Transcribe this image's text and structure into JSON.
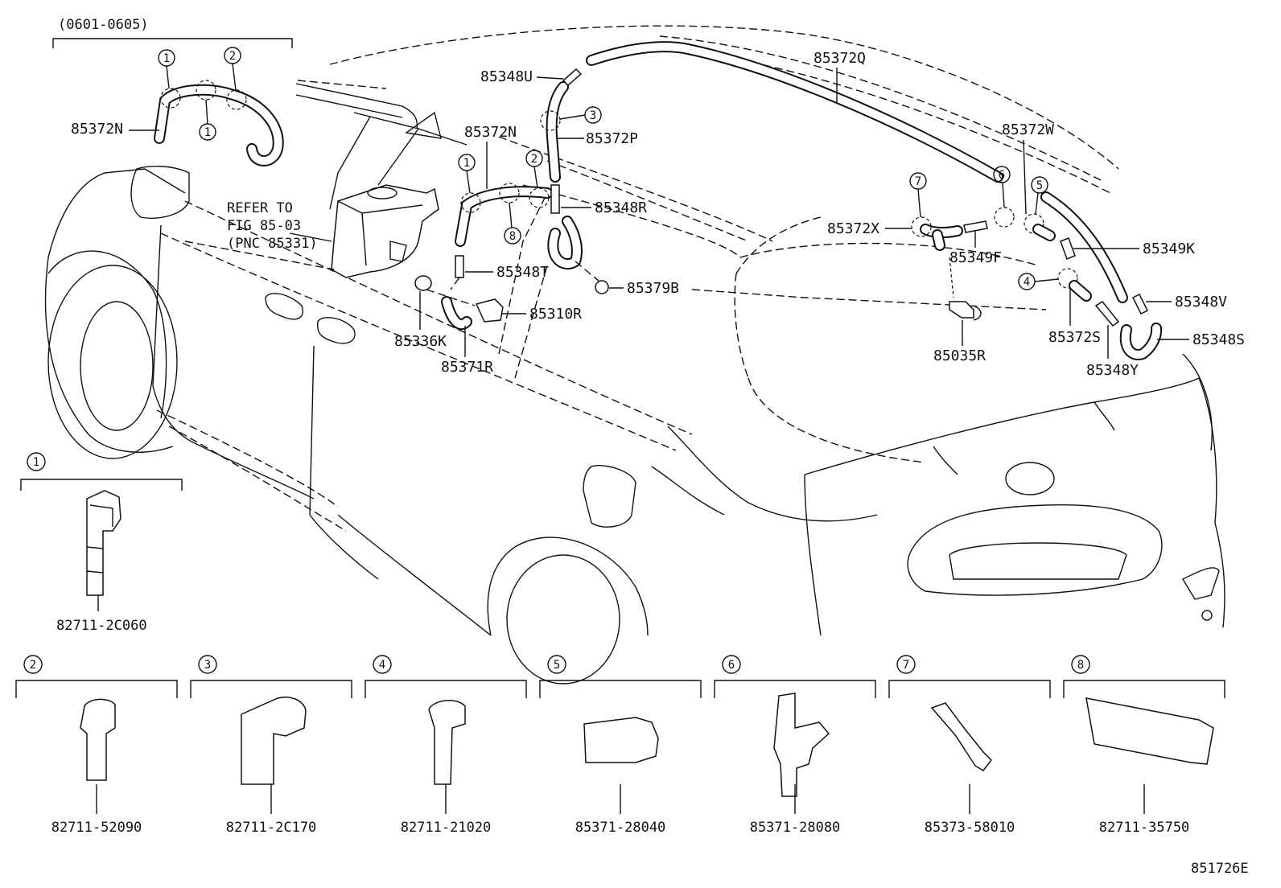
{
  "top_left": {
    "range": "(0601-0605)",
    "label": "85372N",
    "markers": [
      "1",
      "1",
      "2"
    ]
  },
  "refer": {
    "line1": "REFER TO",
    "line2": "FIG 85-03",
    "line3": "(PNC 85331)"
  },
  "labels": {
    "p85348U": "85348U",
    "p85372Q": "85372Q",
    "p85372N": "85372N",
    "p85372P": "85372P",
    "p85348R": "85348R",
    "p85348T": "85348T",
    "p85379B": "85379B",
    "p85310R": "85310R",
    "p85336K": "85336K",
    "p85371R": "85371R",
    "p85372W": "85372W",
    "p85372X": "85372X",
    "p85349F": "85349F",
    "p85349K": "85349K",
    "p85348V": "85348V",
    "p85372S": "85372S",
    "p85348S": "85348S",
    "p85348Y": "85348Y",
    "p85035R": "85035R"
  },
  "markers_main": [
    "3",
    "1",
    "2",
    "8",
    "7",
    "6",
    "5",
    "4"
  ],
  "clip1": {
    "num": "1",
    "code": "82711-2C060"
  },
  "clips": [
    {
      "num": "2",
      "code": "82711-52090"
    },
    {
      "num": "3",
      "code": "82711-2C170"
    },
    {
      "num": "4",
      "code": "82711-21020"
    },
    {
      "num": "5",
      "code": "85371-28040"
    },
    {
      "num": "6",
      "code": "85371-28080"
    },
    {
      "num": "7",
      "code": "85373-58010"
    },
    {
      "num": "8",
      "code": "82711-35750"
    }
  ],
  "figure_id": "851726E"
}
